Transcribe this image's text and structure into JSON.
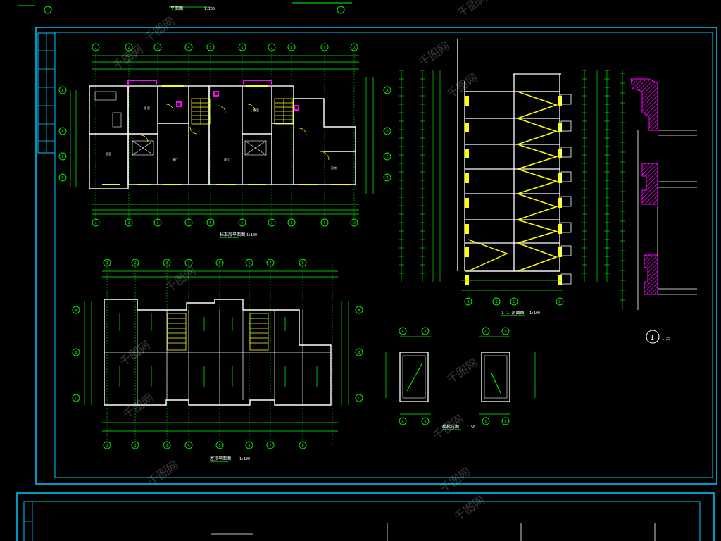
{
  "drawing": {
    "title_plan": "标准层平面图",
    "scale_plan": "1:100",
    "title_roof": "屋顶平面图",
    "scale_roof": "1:100",
    "title_section": "1-1 剖面图",
    "scale_section": "1:100",
    "title_small": "楼梯详图",
    "scale_small": "1:50",
    "detail_number": "1",
    "detail_scale": "1:25",
    "top_label_1": "平面图",
    "top_label_2": "1:100"
  },
  "axes": {
    "plan_top": [
      "1",
      "2",
      "3",
      "4",
      "5",
      "6",
      "7",
      "8",
      "9",
      "10"
    ],
    "plan_side": [
      "A",
      "B",
      "C",
      "D"
    ],
    "roof_top": [
      "1",
      "2",
      "3",
      "4",
      "5",
      "6",
      "7",
      "8"
    ],
    "roof_side": [
      "A",
      "B",
      "C"
    ],
    "section": [
      "A",
      "B",
      "C",
      "D"
    ],
    "small": [
      "A",
      "B",
      "C",
      "D"
    ]
  },
  "watermark": "千图网",
  "colors": {
    "background": "#000000",
    "frame": "#00c8ff",
    "lines": "#00ff00",
    "walls": "#ffffff",
    "stairs": "#ffff00",
    "accent": "#ff00ff",
    "text": "#ffffff"
  }
}
